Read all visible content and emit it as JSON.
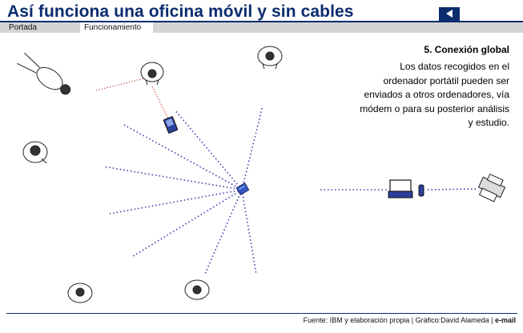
{
  "header": {
    "title": "Así funciona una oficina móvil y sin cables"
  },
  "tabs": [
    {
      "label": "Portada",
      "active": false
    },
    {
      "label": "Funcionamiento",
      "active": true
    }
  ],
  "info": {
    "step_title": "5. Conexión global",
    "body_lines": [
      "Los datos recogidos en el",
      "ordenador portátil pueden ser",
      "enviados a otros ordenadores, vía",
      "módem o para su posterior análisis",
      "y estudio."
    ]
  },
  "footer": {
    "credits": "Fuente: IBM y elaboración propia | Gráfico:David Alameda |",
    "email": "e-mail"
  },
  "colors": {
    "brand_navy": "#0b2c6e",
    "tab_bar": "#d4d4d4",
    "beam_blue": "#3a3ab0",
    "link_red": "#d23a3a"
  },
  "icons": [
    "back-arrow-icon",
    "person-icon",
    "pda-icon",
    "hub-device-icon",
    "laptop-icon",
    "modem-icon",
    "printer-icon"
  ]
}
